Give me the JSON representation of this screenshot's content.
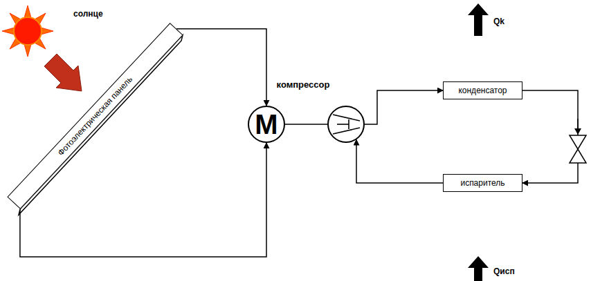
{
  "diagram": {
    "nodes": [
      {
        "text": [
          "Фотоэлектрическая панель"
        ]
      },
      {
        "text": [
          "M"
        ]
      },
      {
        "text": [
          "компрессор"
        ]
      },
      {
        "text": [
          "конденсатор"
        ]
      },
      {
        "text": [
          "испаритель"
        ]
      }
    ],
    "edges": [
      {
        "from": 0,
        "to": 1,
        "arrow": "to"
      },
      {
        "from": 0,
        "to": 1,
        "arrow": "to"
      },
      {
        "from": 1,
        "to": 2,
        "arrow": "none"
      },
      {
        "from": 2,
        "to": 3,
        "arrow": "to"
      },
      {
        "from": 3,
        "to": 4,
        "arrow": "to"
      },
      {
        "from": 4,
        "to": 2,
        "arrow": "to"
      }
    ],
    "labels": [
      "солнце",
      "Qk",
      "Qисп"
    ]
  }
}
